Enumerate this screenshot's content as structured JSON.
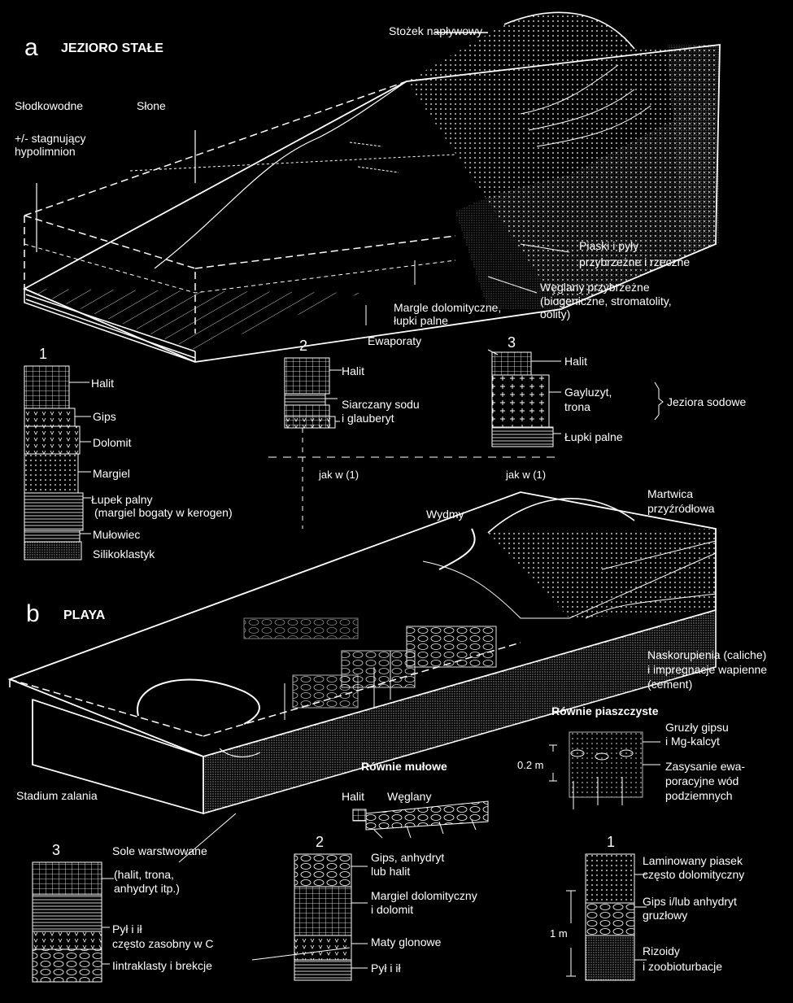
{
  "panel_a": {
    "letter": "a",
    "title": "JEZIORO STAŁE",
    "labels": {
      "stozek": "Stożek napływowy",
      "slodkowodne": "Słodkowodne",
      "slone": "Słone",
      "stagnujacy": "+/- stagnujący",
      "hypolimnion": "hypolimnion",
      "piaski_1": "Piaski i pyły",
      "piaski_2": "przybrzeżne i rzeczne",
      "weglany_1": "Węglany przybrzeżne",
      "weglany_2": "(biogeniczne, stromatolity,",
      "weglany_3": "oolity)",
      "margle_1": "Margle dolomityczne,",
      "margle_2": "łupki palne",
      "ewaporaty": "Ewaporaty"
    },
    "column1": {
      "number": "1",
      "halit": "Halit",
      "gips": "Gips",
      "dolomit": "Dolomit",
      "margiel": "Margiel",
      "lupek_1": "Łupek palny",
      "lupek_2": "(margiel bogaty w kerogen)",
      "mulowiec": "Mułowiec",
      "silikoklastyk": "Silikoklastyk"
    },
    "column2": {
      "number": "2",
      "halit": "Halit",
      "siarczany_1": "Siarczany sodu",
      "siarczany_2": "i glauberyt",
      "jak": "jak w (1)"
    },
    "column3": {
      "number": "3",
      "halit": "Halit",
      "gayluzyt_1": "Gayluzyt,",
      "gayluzyt_2": "trona",
      "jeziora": "Jeziora sodowe",
      "lupki": "Łupki palne",
      "jak": "jak w (1)"
    }
  },
  "panel_b": {
    "letter": "b",
    "title": "PLAYA",
    "labels": {
      "wydmy": "Wydmy",
      "martwica_1": "Martwica",
      "martwica_2": "przyźródłowa",
      "naskorupienia_1": "Naskorupienia (caliche)",
      "naskorupienia_2": "i impregnacje wapienne",
      "naskorupienia_3": "(cement)",
      "rownie_piaszczyste": "Równie piaszczyste",
      "gruzly_1": "Gruzły gipsu",
      "gruzly_2": "i Mg-kalcyt",
      "scale": "0.2 m",
      "zasysanie_1": "Zasysanie ewa-",
      "zasysanie_2": "poracyjne wód",
      "zasysanie_3": "podziemnych",
      "rownie_mulowe": "Równie mułowe",
      "stadium": "Stadium zalania",
      "halit": "Halit",
      "weglany": "Węglany"
    },
    "column3": {
      "number": "3",
      "sole": "Sole warstwowane",
      "halit_1": "(halit, trona,",
      "halit_2": "anhydryt itp.)",
      "pyl_1": "Pył i ił",
      "pyl_2": "często zasobny w C",
      "intraklasty": "Iintraklasty i brekcje"
    },
    "column2": {
      "number": "2",
      "gips_1": "Gips, anhydryt",
      "gips_2": "lub halit",
      "margiel_1": "Margiel dolomityczny",
      "margiel_2": "i dolomit",
      "maty": "Maty glonowe",
      "pyl": "Pył i ił"
    },
    "column1": {
      "number": "1",
      "lam_1": "Laminowany piasek",
      "lam_2": "często dolomityczny",
      "gips_1": "Gips i/lub anhydryt",
      "gips_2": "gruzłowy",
      "scale": "1 m",
      "rizoidy_1": "Rizoidy",
      "rizoidy_2": "i zoobioturbacje"
    }
  }
}
